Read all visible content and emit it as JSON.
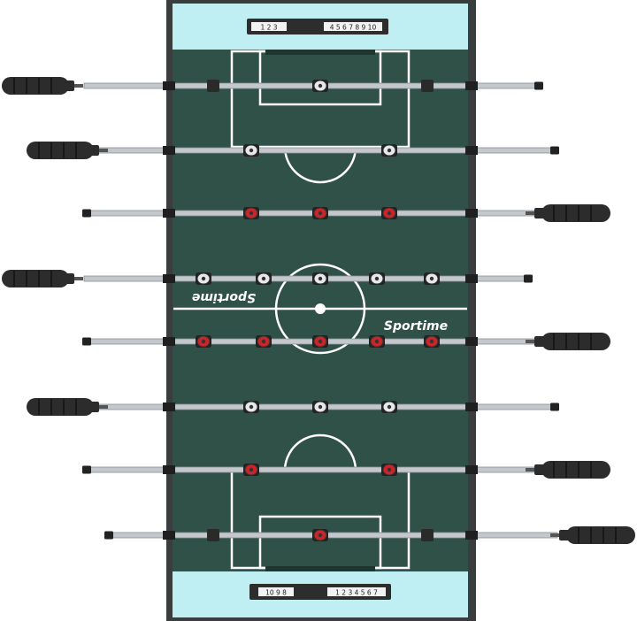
{
  "brand": {
    "logo_text": "Sportime"
  },
  "scoreboards": {
    "top": {
      "left_digits": "1 2 3",
      "right_digits": "4 5 6 7 8 9 10"
    },
    "bottom": {
      "left_digits": "10 9 8",
      "right_digits": "1 2 3 4 5 6 7"
    }
  },
  "colors": {
    "field": "#2f5147",
    "end_zone": "#bfeff2",
    "frame": "#3a3d3d",
    "rod": "#c4c8cc",
    "handle": "#2c2c2c",
    "white_team": "#e6e8ea",
    "red_team": "#c8262a",
    "line": "#ffffff"
  },
  "rods": [
    {
      "handle_side": "left",
      "team": "white",
      "players": 1
    },
    {
      "handle_side": "left",
      "team": "white",
      "players": 2
    },
    {
      "handle_side": "right",
      "team": "red",
      "players": 3
    },
    {
      "handle_side": "left",
      "team": "white",
      "players": 5
    },
    {
      "handle_side": "right",
      "team": "red",
      "players": 5
    },
    {
      "handle_side": "left",
      "team": "white",
      "players": 3
    },
    {
      "handle_side": "right",
      "team": "red",
      "players": 2
    },
    {
      "handle_side": "right",
      "team": "red",
      "players": 1
    }
  ]
}
